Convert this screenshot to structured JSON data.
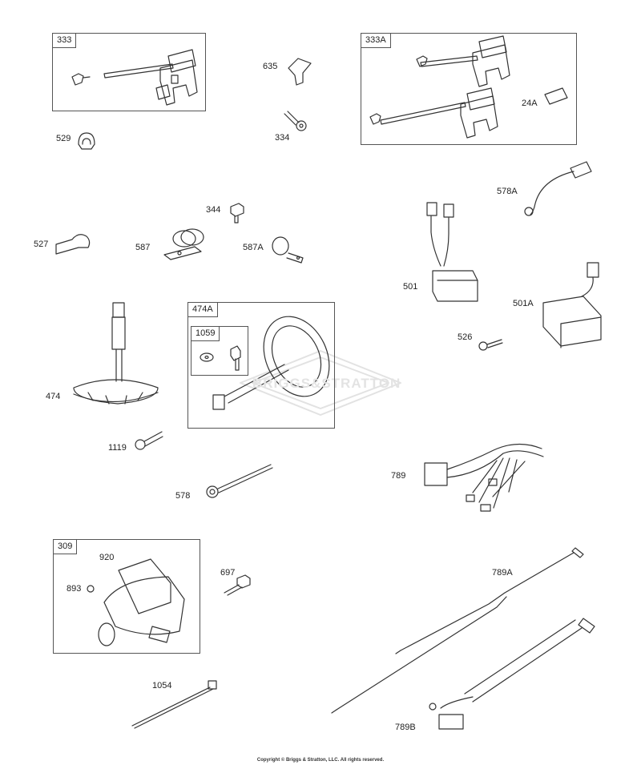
{
  "boxes": {
    "b333": "333",
    "b333A": "333A",
    "b474A": "474A",
    "b1059": "1059",
    "b309": "309"
  },
  "labels": {
    "l635": "635",
    "l334": "334",
    "l529": "529",
    "l24A": "24A",
    "l578A": "578A",
    "l344": "344",
    "l527": "527",
    "l587": "587",
    "l587A": "587A",
    "l501": "501",
    "l501A": "501A",
    "l526": "526",
    "l474": "474",
    "l1119": "1119",
    "l578": "578",
    "l789": "789",
    "l920": "920",
    "l893": "893",
    "l697": "697",
    "l789A": "789A",
    "l1054": "1054",
    "l789B": "789B"
  },
  "watermark": "BRIGGS&STRATTON",
  "copyright": "Copyright © Briggs & Stratton, LLC. All rights reserved."
}
